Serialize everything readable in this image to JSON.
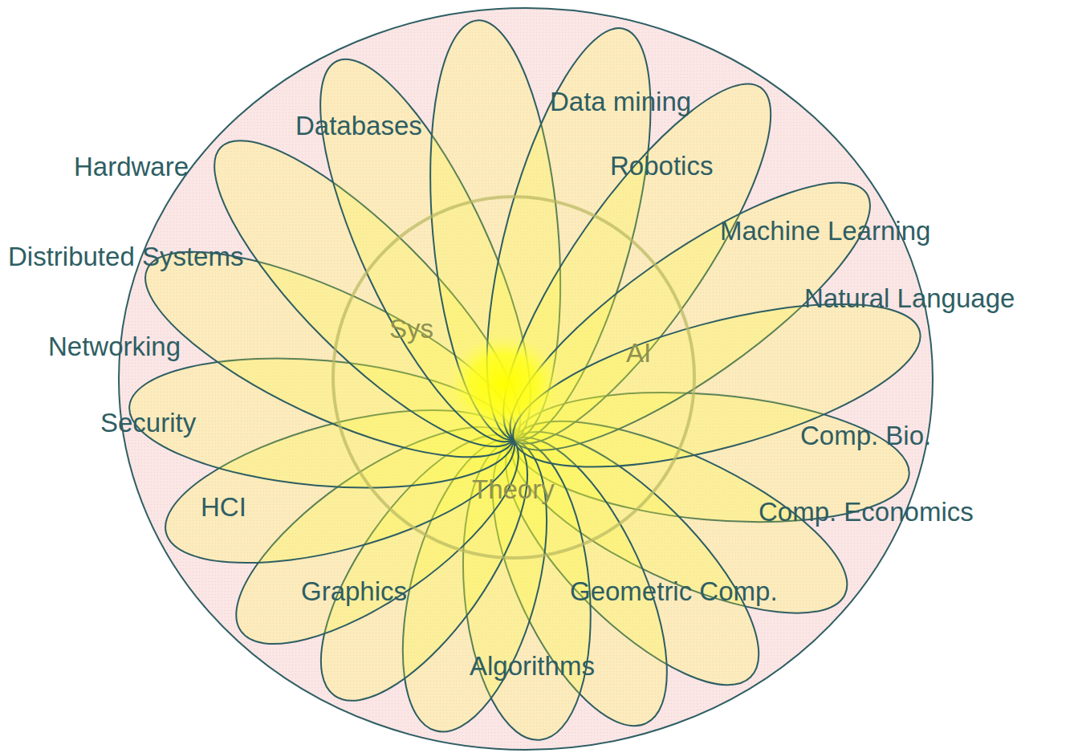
{
  "diagram": {
    "labels": [
      "Databases",
      "Data mining",
      "Robotics",
      "Machine Learning",
      "Natural Language",
      "Comp. Bio.",
      "Comp. Economics",
      "Geometric Comp.",
      "Algorithms",
      "Graphics",
      "HCI",
      "Security",
      "Networking",
      "Distributed Systems",
      "Hardware",
      "Sys",
      "AI",
      "Theory"
    ]
  }
}
